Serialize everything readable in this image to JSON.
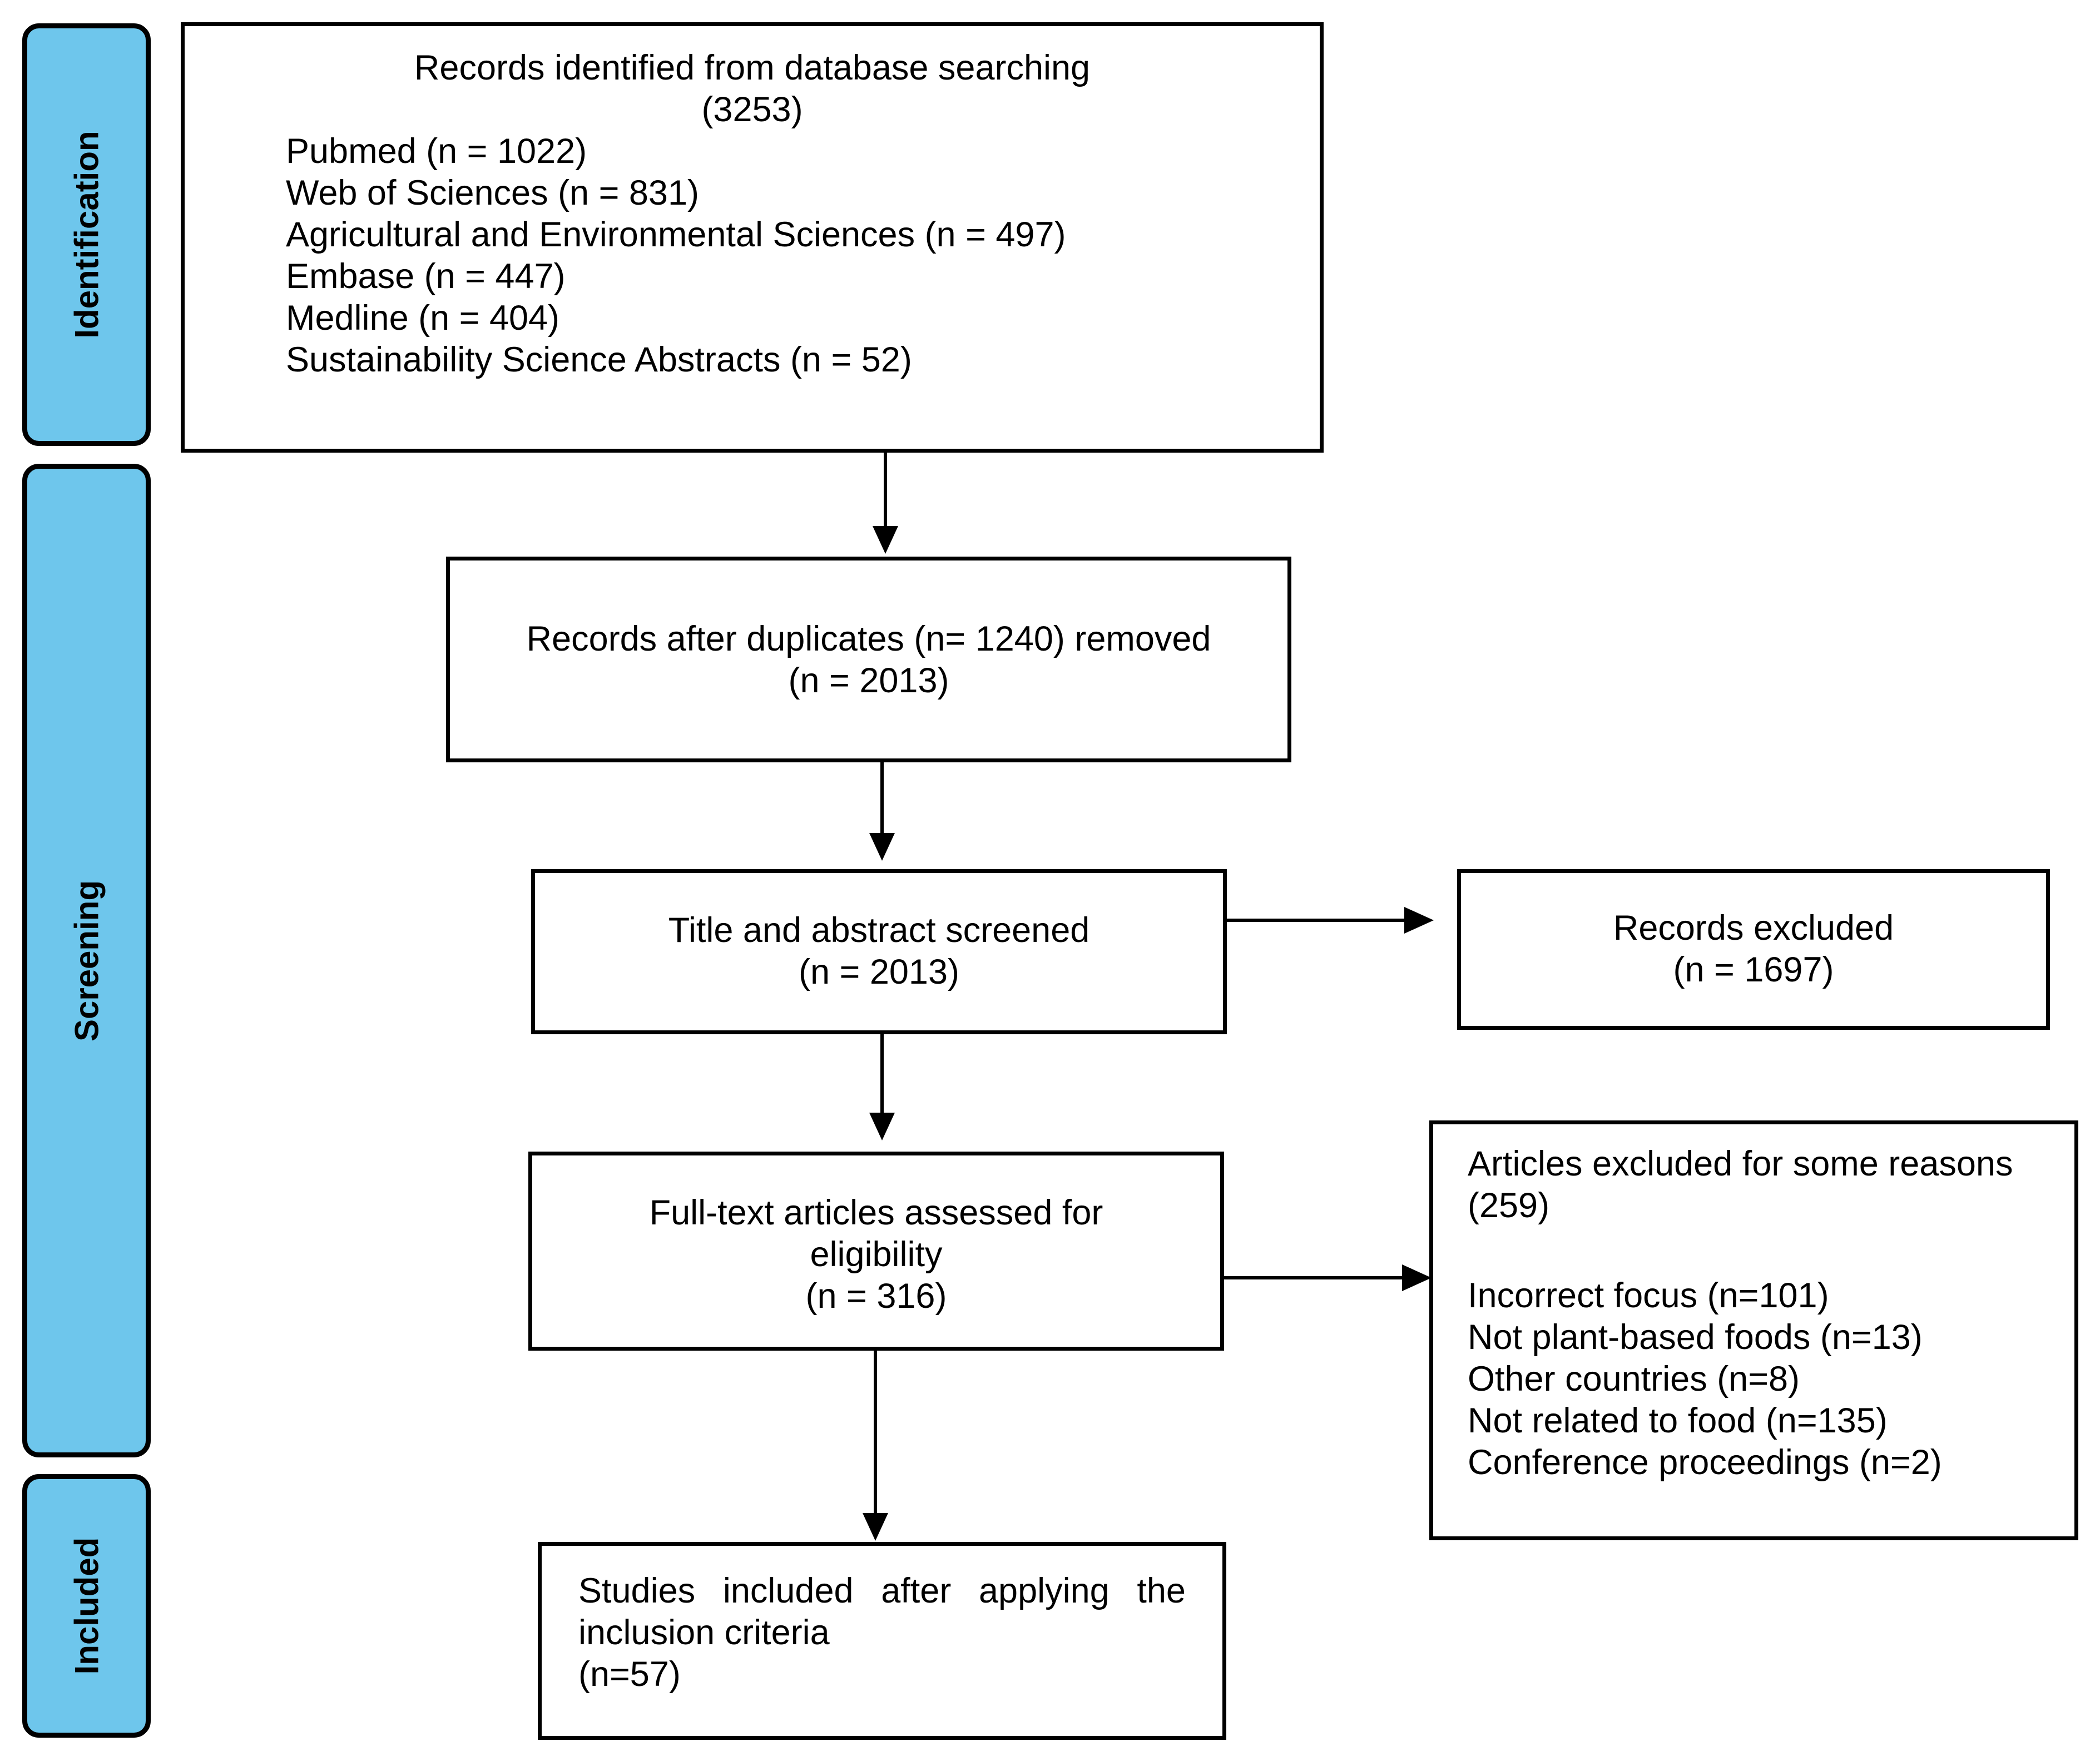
{
  "phases": {
    "identification": "Identification",
    "screening": "Screening",
    "included": "Included"
  },
  "identified": {
    "title": "Records identified from database searching",
    "total": "(3253)",
    "sources": [
      "Pubmed (n = 1022)",
      "Web of Sciences (n = 831)",
      "Agricultural and Environmental Sciences (n = 497)",
      "Embase (n = 447)",
      "Medline (n = 404)",
      "Sustainability Science Abstracts (n = 52)"
    ]
  },
  "duplicates": {
    "line1": "Records after duplicates (n= 1240) removed",
    "line2": "(n = 2013)"
  },
  "screened": {
    "line1": "Title and abstract screened",
    "line2": "(n = 2013)"
  },
  "excluded_records": {
    "line1": "Records excluded",
    "line2": "(n = 1697)"
  },
  "fulltext": {
    "line1": "Full-text articles assessed for",
    "line2": "eligibility",
    "line3": "(n = 316)"
  },
  "excluded_articles": {
    "title": "Articles excluded for some reasons",
    "total": "(259)",
    "reasons": [
      "Incorrect focus (n=101)",
      "Not plant-based foods (n=13)",
      "Other countries (n=8)",
      "Not related to food (n=135)",
      "Conference proceedings (n=2)"
    ]
  },
  "included_studies": {
    "words": [
      "Studies",
      "included",
      "after",
      "applying",
      "the"
    ],
    "line2": "inclusion criteria",
    "line3": "(n=57)"
  }
}
